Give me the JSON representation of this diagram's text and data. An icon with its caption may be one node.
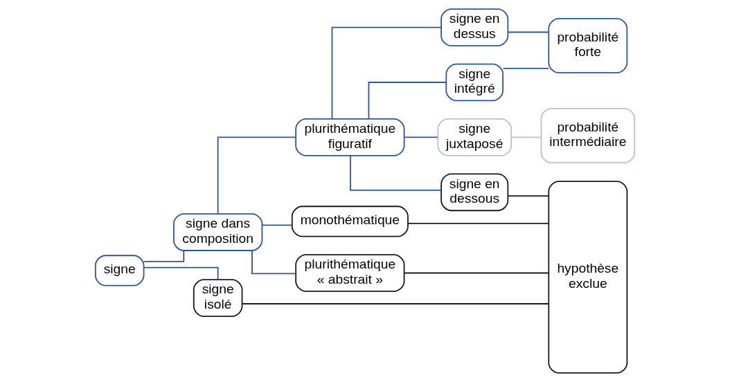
{
  "diagram": {
    "nodes": [
      {
        "text": [
          "signe"
        ]
      },
      {
        "text": [
          "signe dans composition"
        ]
      },
      {
        "text": [
          "plurithématique figuratif"
        ]
      },
      {
        "text": [
          "signe en dessus"
        ]
      },
      {
        "text": [
          "signe intégré"
        ]
      },
      {
        "text": [
          "signe juxtaposé"
        ]
      },
      {
        "text": [
          "signe en dessous"
        ]
      },
      {
        "text": [
          "monothématique"
        ]
      },
      {
        "text": [
          "plurithématique « abstrait »"
        ]
      },
      {
        "text": [
          "signe isolé"
        ]
      },
      {
        "text": [
          "probabilité forte"
        ]
      },
      {
        "text": [
          "probabilité intermédiaire"
        ]
      },
      {
        "text": [
          "hypothèse exclue"
        ]
      }
    ],
    "edges": [
      {
        "from": 0,
        "to": 1,
        "arrow": "none"
      },
      {
        "from": 0,
        "to": 9,
        "arrow": "none"
      },
      {
        "from": 1,
        "to": 2,
        "arrow": "none"
      },
      {
        "from": 1,
        "to": 7,
        "arrow": "none"
      },
      {
        "from": 1,
        "to": 8,
        "arrow": "none"
      },
      {
        "from": 2,
        "to": 3,
        "arrow": "none"
      },
      {
        "from": 2,
        "to": 4,
        "arrow": "none"
      },
      {
        "from": 2,
        "to": 5,
        "arrow": "none"
      },
      {
        "from": 2,
        "to": 6,
        "arrow": "none"
      },
      {
        "from": 3,
        "to": 10,
        "arrow": "none"
      },
      {
        "from": 4,
        "to": 10,
        "arrow": "none"
      },
      {
        "from": 5,
        "to": 11,
        "arrow": "none",
        "color": "#b4c4d6"
      },
      {
        "from": 6,
        "to": 12,
        "arrow": "none",
        "color": "#1a1a1a"
      },
      {
        "from": 7,
        "to": 12,
        "arrow": "none",
        "color": "#1a1a1a"
      },
      {
        "from": 8,
        "to": 12,
        "arrow": "none",
        "color": "#1a1a1a"
      },
      {
        "from": 9,
        "to": 12,
        "arrow": "none",
        "color": "#1a1a1a"
      }
    ]
  }
}
